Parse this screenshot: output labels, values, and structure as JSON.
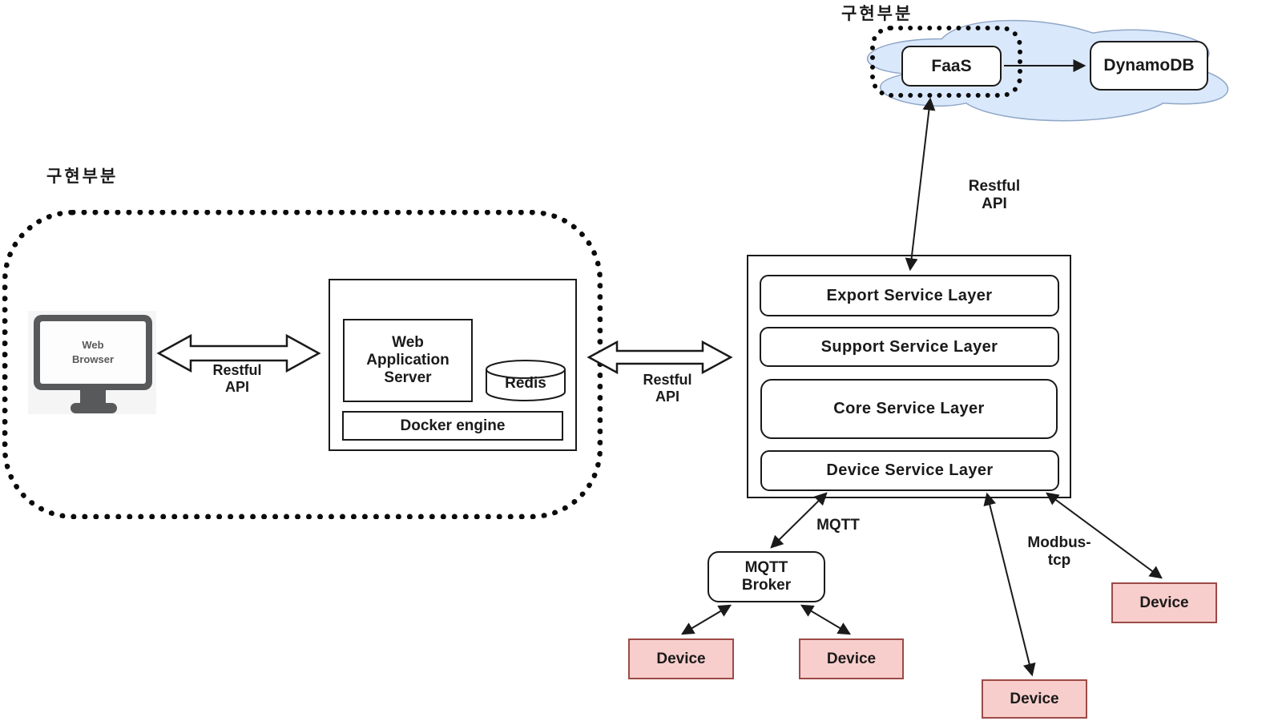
{
  "regions": {
    "left_label": "구현부분",
    "cloud_label": "구현부분"
  },
  "nodes": {
    "web_browser": "Web Browser",
    "was": "Web Application Server",
    "redis": "Redis",
    "docker_engine": "Docker engine",
    "faas": "FaaS",
    "dynamodb": "DynamoDB",
    "mqtt_broker": "MQTT Broker",
    "layers": [
      "Export Service Layer",
      "Support Service Layer",
      "Core Service Layer",
      "Device Service Layer"
    ],
    "devices": [
      "Device",
      "Device",
      "Device",
      "Device"
    ]
  },
  "edges": {
    "restful_api_browser": "Restful API",
    "restful_api_server": "Restful API",
    "restful_api_cloud": "Restful API",
    "mqtt": "MQTT",
    "modbus_tcp": "Modbus-tcp"
  },
  "colors": {
    "cloud_fill": "#dae8fc",
    "cloud_stroke": "#8fa7c7",
    "device_fill": "#f8cecc",
    "device_border": "#9c4a46",
    "monitor_gray": "#58595b",
    "line": "#1a1a1a"
  }
}
